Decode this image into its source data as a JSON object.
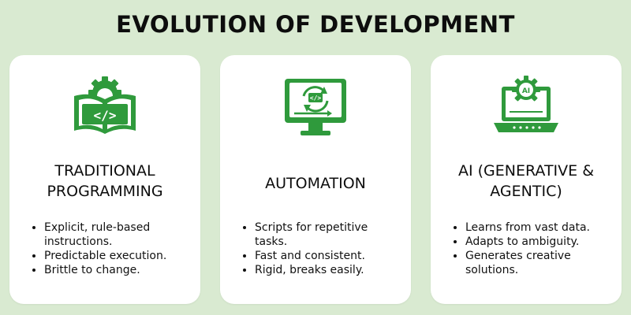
{
  "title": "EVOLUTION OF DEVELOPMENT",
  "accent_color": "#2f9a3c",
  "cards": [
    {
      "icon": "code-book-gear-icon",
      "heading": "TRADITIONAL\nPROGRAMMING",
      "bullets": [
        "Explicit, rule-based instructions.",
        "Predictable execution.",
        "Brittle to change."
      ]
    },
    {
      "icon": "automation-monitor-icon",
      "heading": "AUTOMATION",
      "bullets": [
        "Scripts for repetitive tasks.",
        "Fast and consistent.",
        "Rigid, breaks easily."
      ]
    },
    {
      "icon": "ai-laptop-gear-icon",
      "heading": "AI (GENERATIVE &\nAGENTIC)",
      "bullets": [
        "Learns from vast data.",
        "Adapts to ambiguity.",
        "Generates creative solutions."
      ]
    }
  ]
}
